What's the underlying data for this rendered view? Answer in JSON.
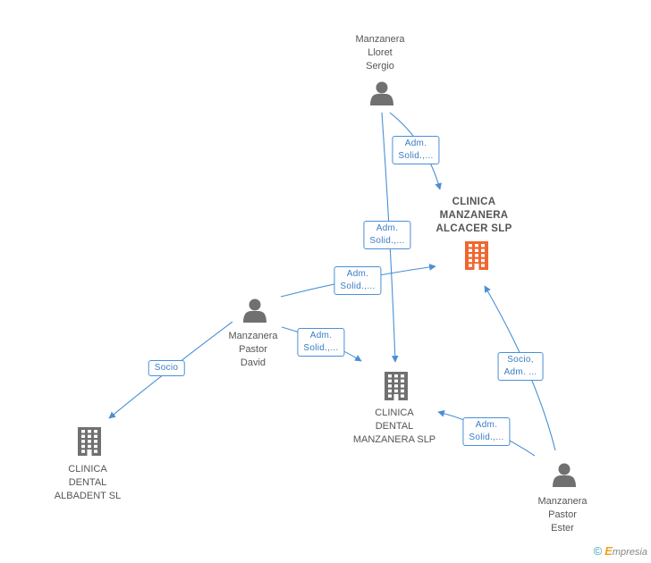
{
  "colors": {
    "edge": "#4a8fd6",
    "person": "#707070",
    "company": "#707070",
    "focus_company": "#f0662f"
  },
  "nodes": [
    {
      "id": "lloret",
      "kind": "person",
      "label": "Manzanera\nLloret\nSergio"
    },
    {
      "id": "alcacer",
      "kind": "company-focus",
      "label": "CLINICA\nMANZANERA\nALCACER SLP"
    },
    {
      "id": "david",
      "kind": "person",
      "label": "Manzanera\nPastor\nDavid"
    },
    {
      "id": "dental",
      "kind": "company",
      "label": "CLINICA\nDENTAL\nMANZANERA SLP"
    },
    {
      "id": "albadent",
      "kind": "company",
      "label": "CLINICA\nDENTAL\nALBADENT SL"
    },
    {
      "id": "ester",
      "kind": "person",
      "label": "Manzanera\nPastor\nEster"
    }
  ],
  "edges": [
    {
      "id": "e1",
      "from": "lloret",
      "to": "alcacer",
      "label": "Adm.\nSolid.,..."
    },
    {
      "id": "e2",
      "from": "lloret",
      "to": "dental",
      "label": "Adm.\nSolid.,..."
    },
    {
      "id": "e3",
      "from": "david",
      "to": "alcacer",
      "label": "Adm.\nSolid.,..."
    },
    {
      "id": "e4",
      "from": "david",
      "to": "dental",
      "label": "Adm.\nSolid.,..."
    },
    {
      "id": "e5",
      "from": "david",
      "to": "albadent",
      "label": "Socio"
    },
    {
      "id": "e6",
      "from": "ester",
      "to": "alcacer",
      "label": "Socio,\nAdm. ..."
    },
    {
      "id": "e7",
      "from": "ester",
      "to": "dental",
      "label": "Adm.\nSolid.,..."
    }
  ],
  "watermark": {
    "symbol": "©",
    "first": "E",
    "rest": "mpresia"
  }
}
